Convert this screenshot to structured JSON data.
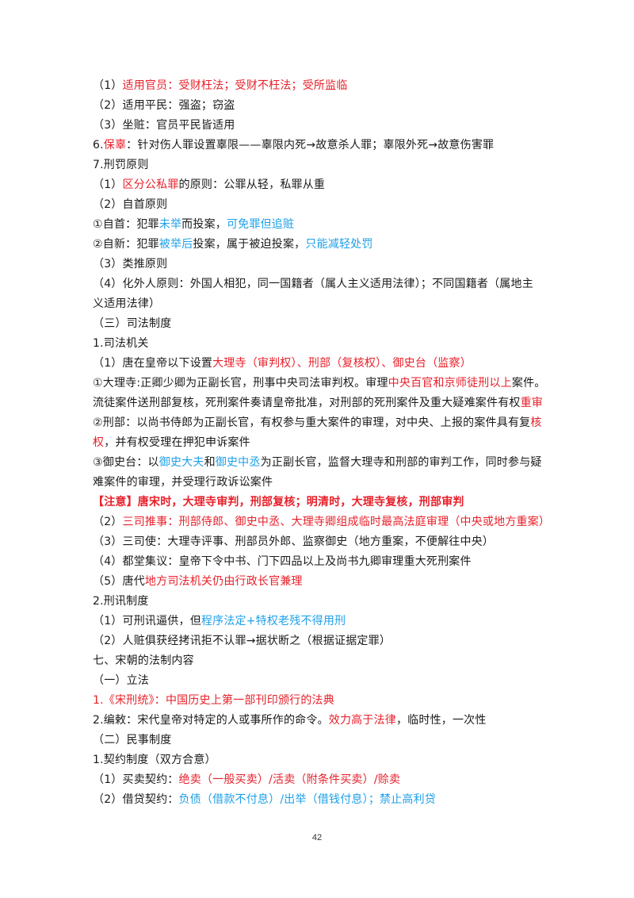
{
  "colors": {
    "red": "#e8202a",
    "blue": "#1fa0e8",
    "text": "#1a1a1a"
  },
  "lines": [
    [
      {
        "t": "（1）"
      },
      {
        "t": "适用官员：受财枉法；受财不枉法；受所监临",
        "c": "red"
      }
    ],
    [
      {
        "t": "（2）适用平民：强盗；窃盗"
      }
    ],
    [
      {
        "t": "（3）坐赃：官员平民皆适用"
      }
    ],
    [
      {
        "t": "6."
      },
      {
        "t": "保辜",
        "c": "red"
      },
      {
        "t": "：针对伤人罪设置辜限——辜限内死→故意杀人罪；辜限外死→故意伤害罪"
      }
    ],
    [
      {
        "t": "7.刑罚原则"
      }
    ],
    [
      {
        "t": "（1）"
      },
      {
        "t": "区分公私罪",
        "c": "red"
      },
      {
        "t": "的原则：公罪从轻，私罪从重"
      }
    ],
    [
      {
        "t": "（2）自首原则"
      }
    ],
    [
      {
        "t": "①自首：犯罪"
      },
      {
        "t": "未举",
        "c": "blue"
      },
      {
        "t": "而投案，"
      },
      {
        "t": "可免罪但追赃",
        "c": "blue"
      }
    ],
    [
      {
        "t": "②自新：犯罪"
      },
      {
        "t": "被举后",
        "c": "blue"
      },
      {
        "t": "投案，属于被迫投案，"
      },
      {
        "t": "只能减轻处罚",
        "c": "blue"
      }
    ],
    [
      {
        "t": "（3）类推原则"
      }
    ],
    [
      {
        "t": "（4）化外人原则：外国人相犯，同一国籍者（属人主义适用法律）；不同国籍者（属地主"
      }
    ],
    [
      {
        "t": "义适用法律）"
      }
    ],
    [
      {
        "t": "（三）司法制度"
      }
    ],
    [
      {
        "t": "1.司法机关"
      }
    ],
    [
      {
        "t": "（1）唐在皇帝以下设置"
      },
      {
        "t": "大理寺（审判权）、刑部（复核权）、御史台（监察）",
        "c": "red"
      }
    ],
    [
      {
        "t": "①大理寺:正卿少卿为正副长官，刑事中央司法审判权。审理"
      },
      {
        "t": "中央百官和京师徒刑以上",
        "c": "red"
      },
      {
        "t": "案件。"
      }
    ],
    [
      {
        "t": "流徒案件送刑部复核，死刑案件奏请皇帝批准，对刑部的死刑案件及重大疑难案件有权"
      },
      {
        "t": "重审",
        "c": "red"
      }
    ],
    [
      {
        "t": "②刑部：以尚书侍郎为正副长官，有权参与重大案件的审理，对中央、上报的案件具有复"
      },
      {
        "t": "核",
        "c": "red"
      }
    ],
    [
      {
        "t": "权",
        "c": "red"
      },
      {
        "t": "，并有权受理在押犯申诉案件"
      }
    ],
    [
      {
        "t": "③御史台：以"
      },
      {
        "t": "御史大夫",
        "c": "blue"
      },
      {
        "t": "和"
      },
      {
        "t": "御史中丞",
        "c": "blue"
      },
      {
        "t": "为正副长官，监督大理寺和刑部的审判工作，同时参与疑"
      }
    ],
    [
      {
        "t": "难案件的审理，并受理行政诉讼案件"
      }
    ],
    [
      {
        "t": "【注意】唐宋时，大理寺审判，刑部复核；明清时，大理寺复核，刑部审判",
        "c": "red",
        "b": true
      }
    ],
    [
      {
        "t": "（2）"
      },
      {
        "t": "三司推事：刑部侍郎、御史中丞、大理寺卿组成临时最高法庭审理（中央或地方重案）",
        "c": "red"
      }
    ],
    [
      {
        "t": "（3）三司使：大理寺评事、刑部员外郎、监察御史（地方重案，不便解往中央）"
      }
    ],
    [
      {
        "t": "（4）都堂集议：皇帝下令中书、门下四品以上及尚书九卿审理重大死刑案件"
      }
    ],
    [
      {
        "t": "（5）唐代"
      },
      {
        "t": "地方司法机关仍由行政长官兼理",
        "c": "red"
      }
    ],
    [
      {
        "t": "2.刑讯制度"
      }
    ],
    [
      {
        "t": "（1）可刑讯逼供，但"
      },
      {
        "t": "程序法定+特权老残不得用刑",
        "c": "blue"
      }
    ],
    [
      {
        "t": "（2）人赃俱获经拷讯拒不认罪→据状断之（根据证据定罪）"
      }
    ],
    [
      {
        "t": "七、宋朝的法制内容"
      }
    ],
    [
      {
        "t": "（一）立法"
      }
    ],
    [
      {
        "t": "1.《宋刑统》：中国历史上第一部刊印颁行的法典",
        "c": "red"
      }
    ],
    [
      {
        "t": "2.编敕：宋代皇帝对特定的人或事所作的命令。"
      },
      {
        "t": "效力高于法律",
        "c": "red"
      },
      {
        "t": "，临时性，一次性"
      }
    ],
    [
      {
        "t": "（二）民事制度"
      }
    ],
    [
      {
        "t": "1.契约制度（双方合意）"
      }
    ],
    [
      {
        "t": "（1）买卖契约："
      },
      {
        "t": "绝卖（一般买卖）/活卖（附条件买卖）/赊卖",
        "c": "red"
      }
    ],
    [
      {
        "t": "（2）借贷契约："
      },
      {
        "t": "负债（借款不付息）/出举（借钱付息）；禁止高利贷",
        "c": "blue"
      }
    ]
  ],
  "page_number": "42"
}
